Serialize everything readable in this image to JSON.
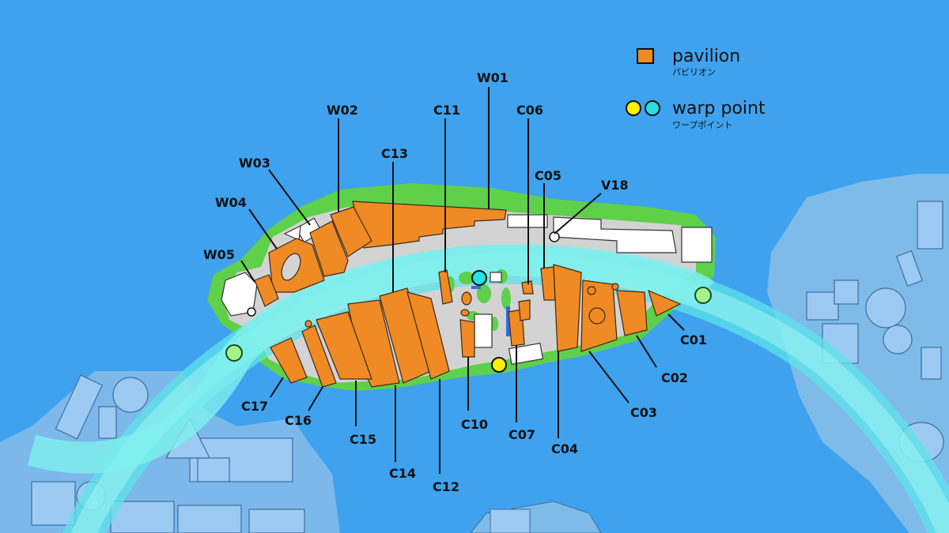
{
  "colors": {
    "sea": "#3fa2ee",
    "land_distant": "#7fbbe9",
    "land_green": "#5fd04a",
    "land_gray": "#d3d3d3",
    "pavilion": "#f08a24",
    "ring": "#7ff0ee",
    "warp_yellow": "#fff000",
    "warp_cyan": "#27e0e4",
    "warp_green": "#a6f28f"
  },
  "legend": {
    "pavilion": {
      "label": "pavilion",
      "sub": "パビリオン"
    },
    "warp": {
      "label": "warp point",
      "sub": "ワープポイント"
    }
  },
  "labels": {
    "W01": "W01",
    "W02": "W02",
    "W03": "W03",
    "W04": "W04",
    "W05": "W05",
    "C01": "C01",
    "C02": "C02",
    "C03": "C03",
    "C04": "C04",
    "C05": "C05",
    "C06": "C06",
    "C07": "C07",
    "C10": "C10",
    "C11": "C11",
    "C12": "C12",
    "C13": "C13",
    "C14": "C14",
    "C15": "C15",
    "C16": "C16",
    "C17": "C17",
    "V18": "V18"
  },
  "warp_points": [
    {
      "id": "warp-c06-cyan",
      "color": "cyan"
    },
    {
      "id": "warp-c07-yellow",
      "color": "yellow"
    },
    {
      "id": "warp-west-green",
      "color": "green"
    },
    {
      "id": "warp-east-green",
      "color": "green"
    }
  ]
}
